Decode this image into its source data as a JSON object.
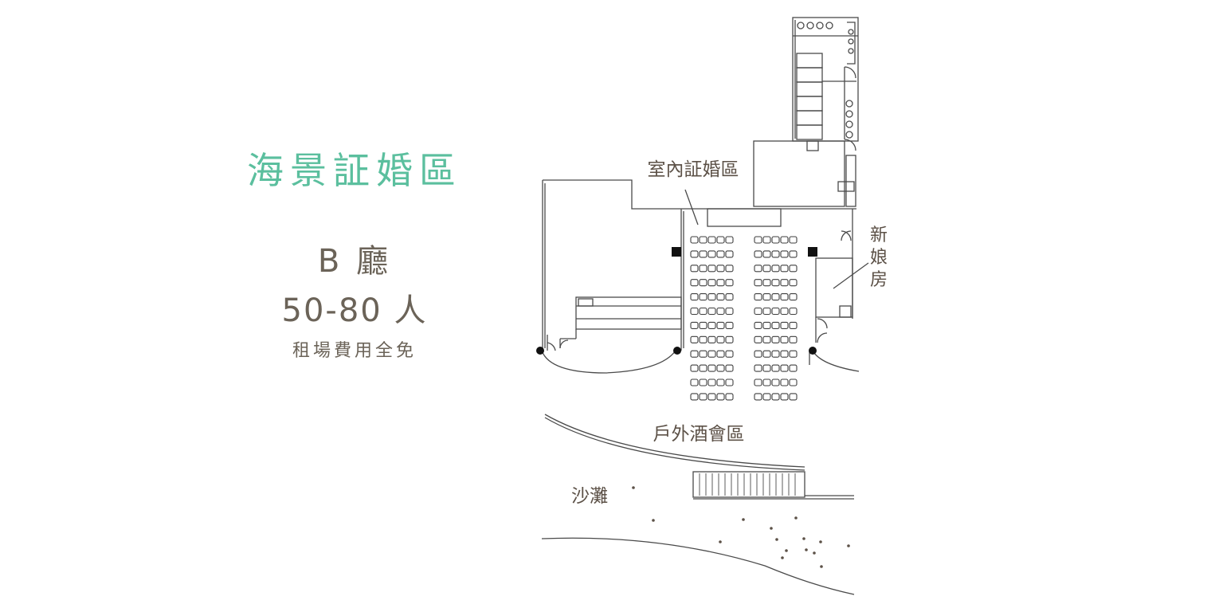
{
  "info": {
    "title": "海景証婚區",
    "hall": "B 廳",
    "capacity": "50-80 人",
    "note": "租場費用全免"
  },
  "plan": {
    "indoor_ceremony_label": "室內証婚區",
    "bride_room_label_line1": "新",
    "bride_room_label_line2": "娘",
    "bride_room_label_line3": "房",
    "outdoor_cocktail_label": "戶外酒會區",
    "beach_label": "沙灘"
  },
  "seating": {
    "rows": 12,
    "seats_per_block_row": 5,
    "blocks": 2
  },
  "colors": {
    "title": "#5bbf9e",
    "text": "#6b6358",
    "lines": "#4a4a4a"
  }
}
